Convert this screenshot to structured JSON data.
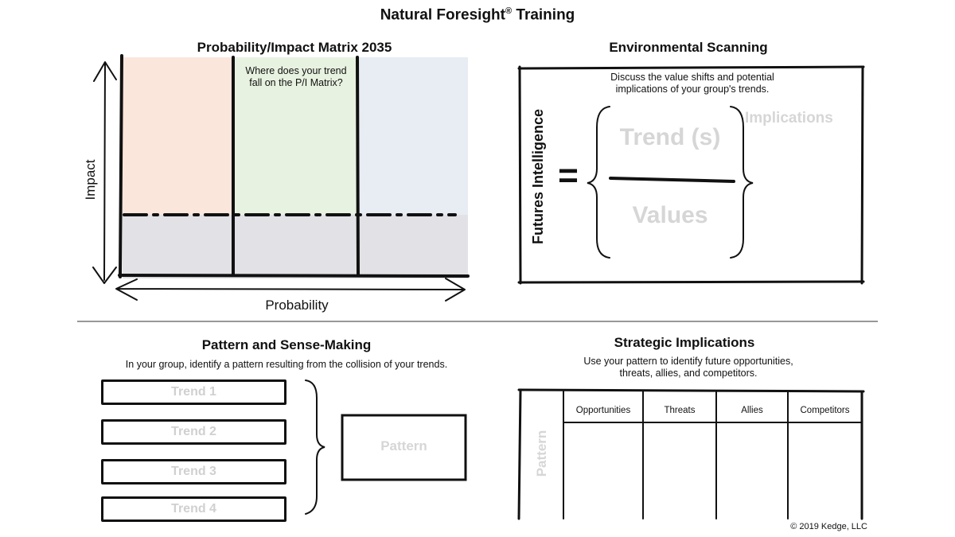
{
  "page": {
    "title": "Natural Foresight",
    "title_mark": "®",
    "title_suffix": " Training",
    "copyright": "© 2019 Kedge, LLC"
  },
  "pi_matrix": {
    "title": "Probability/Impact Matrix 2035",
    "question_line1": "Where does your trend",
    "question_line2": "fall on the P/I Matrix?",
    "y_label": "Impact",
    "x_label": "Probability",
    "colors": {
      "low_probability": "#fbe6dc",
      "mid_probability": "#e8f2e1",
      "high_probability": "#e8edf3",
      "low_impact": "#e1e1e6"
    }
  },
  "env_scanning": {
    "title": "Environmental Scanning",
    "desc_line1": "Discuss the value shifts and potential",
    "desc_line2": "implications of your group's trends.",
    "side_label": "Futures Intelligence",
    "equals": "=",
    "numerator": "Trend (s)",
    "denominator": "Values",
    "implications": "Implications"
  },
  "pattern": {
    "title": "Pattern and Sense-Making",
    "desc": "In your group, identify a pattern resulting from the collision of your trends.",
    "trends": [
      "Trend 1",
      "Trend 2",
      "Trend 3",
      "Trend 4"
    ],
    "result": "Pattern"
  },
  "strategic": {
    "title": "Strategic Implications",
    "desc_line1": "Use your pattern to identify future opportunities,",
    "desc_line2": "threats, allies, and competitors.",
    "row_label": "Pattern",
    "columns": [
      "Opportunities",
      "Threats",
      "Allies",
      "Competitors"
    ]
  }
}
